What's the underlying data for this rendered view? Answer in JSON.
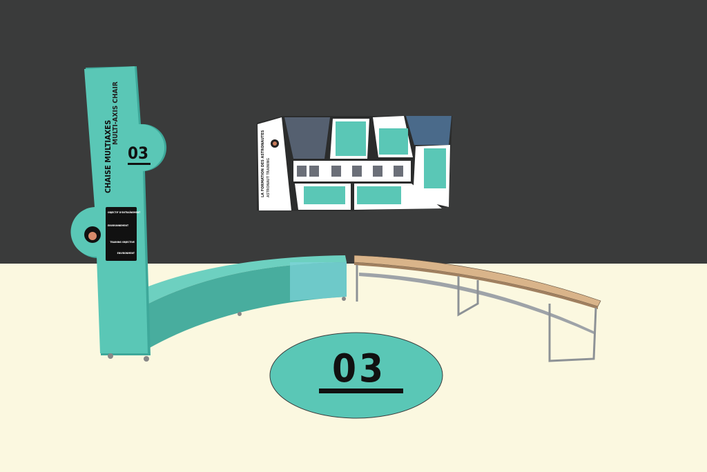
{
  "colors": {
    "wall": "#3a3b3b",
    "floor": "#fbf8e0",
    "teal": "#5ac7b6",
    "wood": "#d9b48a",
    "steel": "#b8bcc0"
  },
  "totem": {
    "number": "03",
    "title_fr": "CHAISE MULTIAXES",
    "title_en": "MULTI-AXIS CHAIR",
    "info": {
      "objective_fr": "OBJECTIF D'ENTRAÎNEMENT",
      "environment_fr": "ENVIRONNEMENT",
      "objective_en": "TRAINING OBJECTIVE",
      "environment_en": "ENVIRONMENT"
    }
  },
  "wall_panel": {
    "title_fr": "LA FORMATION DES ASTRONAUTES",
    "title_en": "ASTRONAUT TRAINING"
  },
  "floor_marker": {
    "number": "03"
  }
}
